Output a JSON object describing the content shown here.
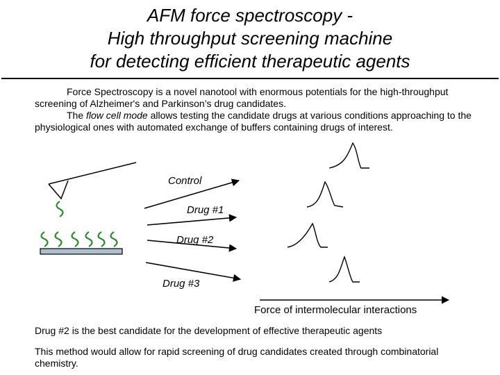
{
  "title": {
    "line1": "AFM force spectroscopy -",
    "line2": "High throughput screening machine",
    "line3": "for detecting efficient therapeutic agents"
  },
  "intro": {
    "p1": "Force Spectroscopy is a novel nanotool with enormous potentials for the high-throughput screening of Alzheimer's and Parkinson’s drug candidates.",
    "p2_pre": "The ",
    "p2_em": "flow cell mode",
    "p2_post": " allows testing the candidate drugs at various conditions approaching to the physiological ones with automated exchange of buffers containing drugs of interest."
  },
  "diagram": {
    "labels": {
      "control": "Control",
      "drug1": "Drug #1",
      "drug2": "Drug #2",
      "drug3": "Drug #3"
    },
    "axis_label": "Force of intermolecular interactions"
  },
  "conclusion": "Drug #2 is the best candidate for the development of effective therapeutic agents",
  "closing": "This method would allow for rapid screening of drug candidates created through combinatorial chemistry."
}
